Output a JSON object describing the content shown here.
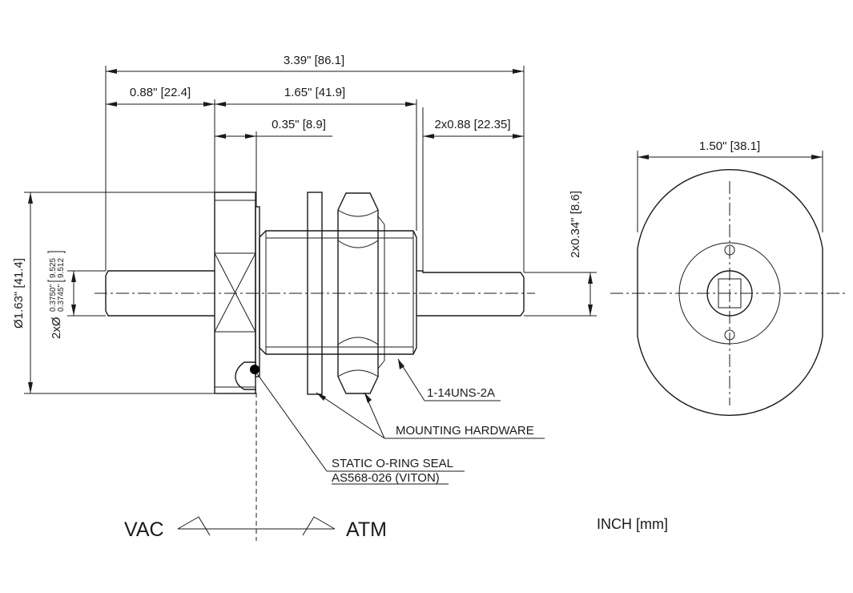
{
  "dimensions": {
    "overall_length": "3.39\" [86.1]",
    "left_pin_length": "0.88\" [22.4]",
    "body_length": "1.65\" [41.9]",
    "flange_length": "0.35\" [8.9]",
    "right_pin_length": "2x0.88 [22.35]",
    "end_diameter": "1.50\" [38.1]",
    "flange_diameter": "Ø1.63\" [41.4]",
    "pin_diameter_prefix": "2xØ",
    "pin_diameter_inch_upper": "0.3750\"",
    "pin_diameter_inch_lower": "0.3745\"",
    "pin_diameter_mm_upper": "9.525",
    "pin_diameter_mm_lower": "9.512",
    "flat_height": "2x0.34\" [8.6]"
  },
  "callouts": {
    "thread": "1-14UNS-2A",
    "mounting": "MOUNTING HARDWARE",
    "oring_line1": "STATIC O-RING SEAL",
    "oring_line2": "AS568-026 (VITON)"
  },
  "sides": {
    "left": "VAC",
    "right": "ATM"
  },
  "units_note": "INCH [mm]"
}
